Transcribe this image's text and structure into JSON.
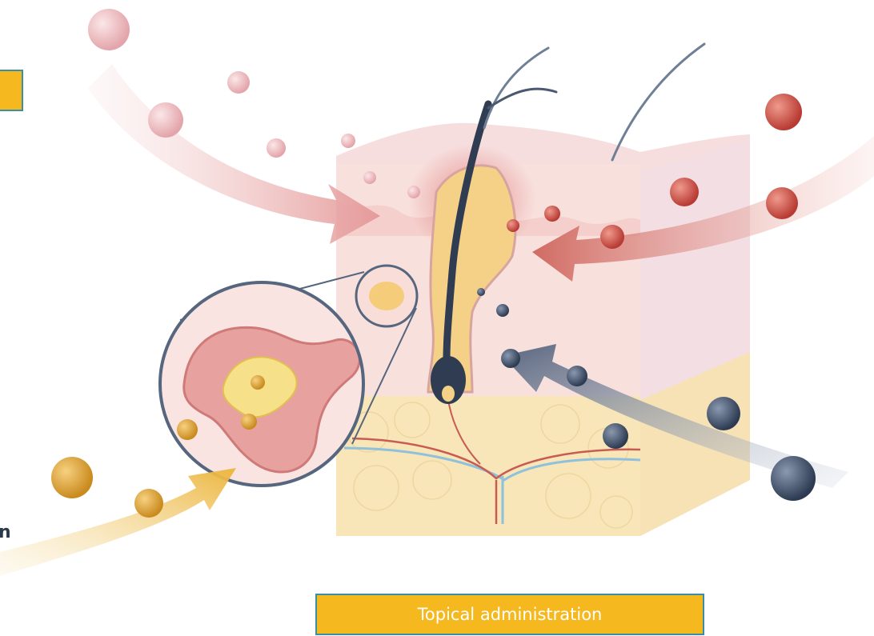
{
  "labels": {
    "topical": "Topical administration",
    "clipped_text": "n"
  },
  "colors": {
    "label_fill": "#f6b81f",
    "label_border": "#3a8fa8",
    "pink_arrow": "#e7a7a4",
    "red_particle": "#c8463f",
    "navy_particle": "#3b4a62",
    "gold_particle": "#e0a436",
    "skin": "#f7dcd6",
    "fat": "#f8e6b8",
    "hair": "#2f3c52"
  },
  "icons": [
    "pink-particle",
    "red-particle",
    "navy-particle",
    "gold-particle",
    "hair-follicle",
    "sebaceous-gland"
  ]
}
